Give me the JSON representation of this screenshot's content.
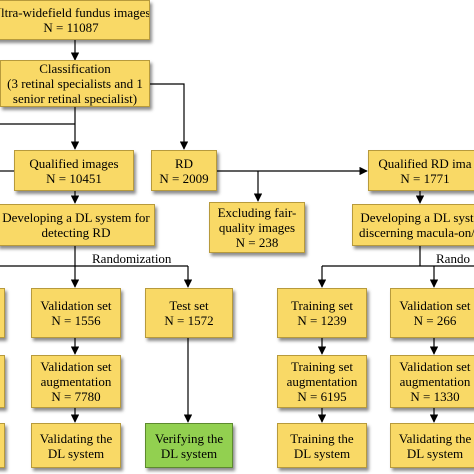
{
  "colors": {
    "box": "#f9d966",
    "box_border": "#b79a3c",
    "final_box": "#92d050",
    "arrow": "#000000"
  },
  "nodes": {
    "source": {
      "line1": "Ultra-widefield fundus images",
      "line2": "N = 11087"
    },
    "classification": {
      "line1": "Classification",
      "line2": "(3 retinal specialists and 1",
      "line3": "senior retinal specialist)"
    },
    "qualified": {
      "line1": "Qualified images",
      "line2": "N = 10451"
    },
    "rd": {
      "line1": "RD",
      "line2": "N = 2009"
    },
    "qualified_rd": {
      "line1": "Qualified RD ima",
      "line2": "N = 1771"
    },
    "develop_left": {
      "line1": "Developing a DL system for",
      "line2": "detecting RD"
    },
    "excluding": {
      "line1": "Excluding fair-",
      "line2": "quality images",
      "line3": "N = 238"
    },
    "develop_right": {
      "line1": "Developing a DL syst",
      "line2": "discerning macula-on/"
    },
    "validation_left": {
      "line1": "Validation set",
      "line2": "N = 1556"
    },
    "test_left": {
      "line1": "Test set",
      "line2": "N = 1572"
    },
    "training_right": {
      "line1": "Training set",
      "line2": "N = 1239"
    },
    "validation_right": {
      "line1": "Validation set",
      "line2": "N = 266"
    },
    "val_aug_left": {
      "line1": "Validation set",
      "line2": "augmentation",
      "line3": "N = 7780"
    },
    "train_aug_right": {
      "line1": "Training set",
      "line2": "augmentation",
      "line3": "N = 6195"
    },
    "val_aug_right": {
      "line1": "Validation set",
      "line2": "augmentation",
      "line3": "N = 1330"
    },
    "validating_left": {
      "line1": "Validating the",
      "line2": "DL system"
    },
    "verifying_left": {
      "line1": "Verifying the",
      "line2": "DL system"
    },
    "training_sys_right": {
      "line1": "Training the",
      "line2": "DL system"
    },
    "validating_right": {
      "line1": "Validating the",
      "line2": "DL system"
    }
  },
  "labels": {
    "randomization_left": "Randomization",
    "randomization_right": "Rando"
  }
}
